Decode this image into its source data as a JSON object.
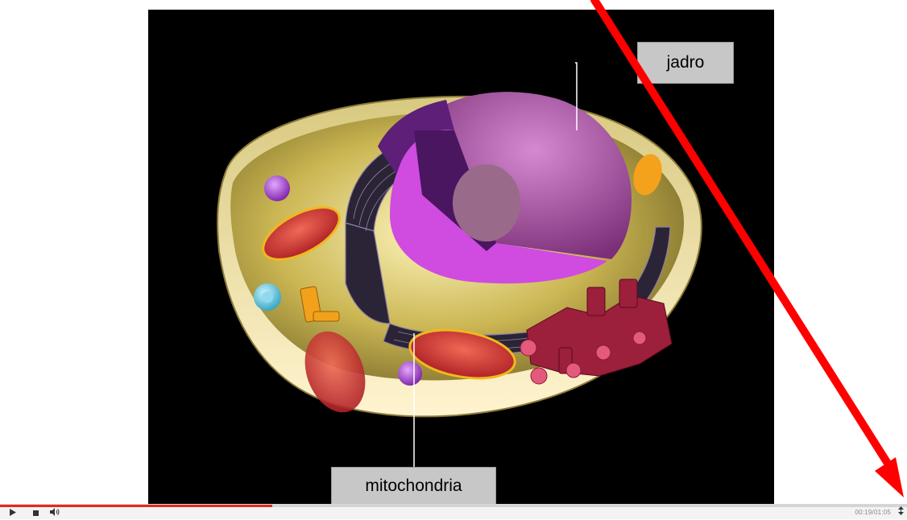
{
  "slide": {
    "labels": {
      "nucleus": "jadro",
      "mitochondria": "mitochondria"
    }
  },
  "player": {
    "time": "00:19/01:05",
    "progress": 0.3,
    "controls": [
      "play-icon",
      "stop-icon",
      "volume-icon",
      "expand-icon"
    ]
  },
  "colors": {
    "arrow": "#ff0000",
    "progress": "#e8261a",
    "background": "#000000"
  }
}
